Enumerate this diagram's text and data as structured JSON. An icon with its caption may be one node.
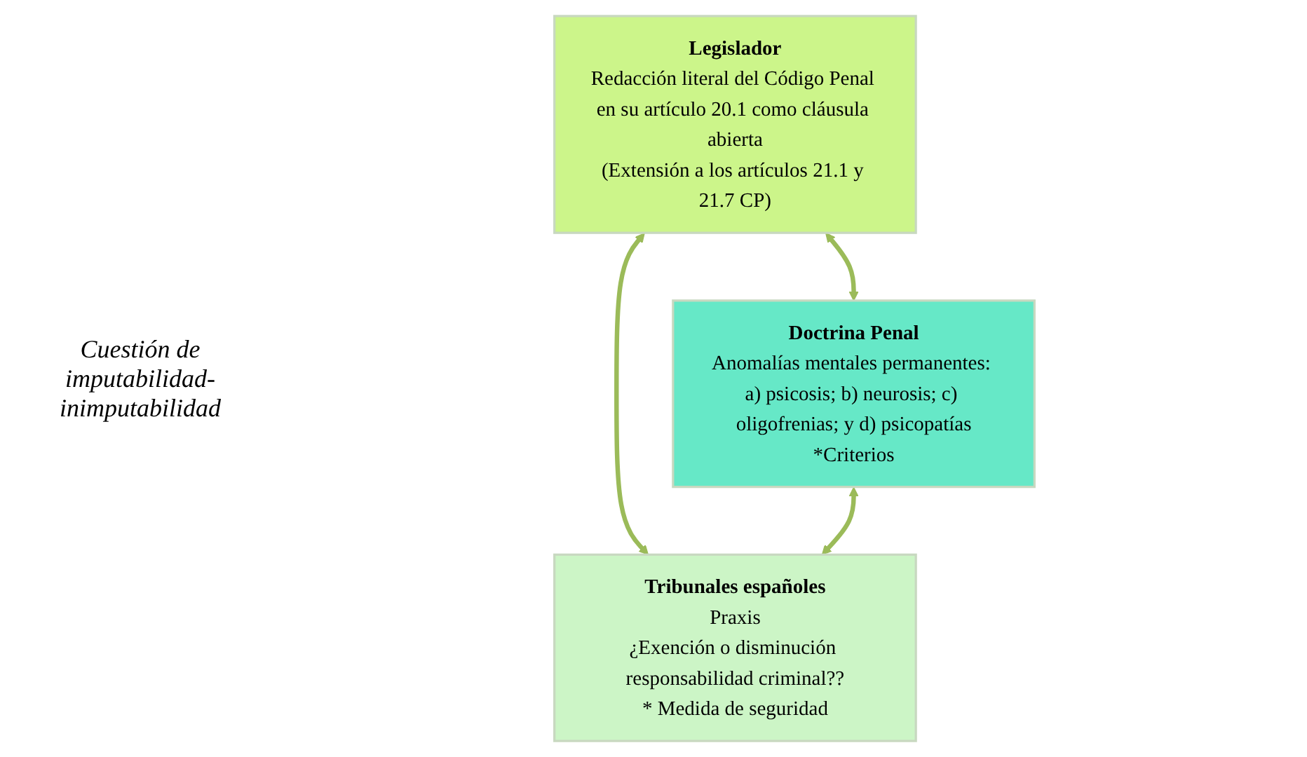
{
  "diagram": {
    "nodes": [
      {
        "text": [
          "Legislador",
          "Redacción literal del Código Penal en su artículo 20.1 como cláusula abierta",
          "(Extensión a los artículos 21.1 y 21.7 CP)"
        ]
      },
      {
        "text": [
          "Doctrina Penal",
          "Anomalías mentales permanentes: a) psicosis; b) neurosis; c) oligofrenias; y d) psicopatías",
          "*Criterios"
        ]
      },
      {
        "text": [
          "Tribunales españoles",
          "Praxis",
          "¿Exención o disminución responsabilidad criminal??",
          "* Medida de seguridad"
        ]
      }
    ],
    "edges": [
      {
        "from": 0,
        "to": 1,
        "arrow": "both"
      },
      {
        "from": 0,
        "to": 2,
        "arrow": "both"
      },
      {
        "from": 1,
        "to": 2,
        "arrow": "both"
      }
    ],
    "labels": [
      "Cuestión de imputabilidad-inimputabilidad"
    ]
  }
}
